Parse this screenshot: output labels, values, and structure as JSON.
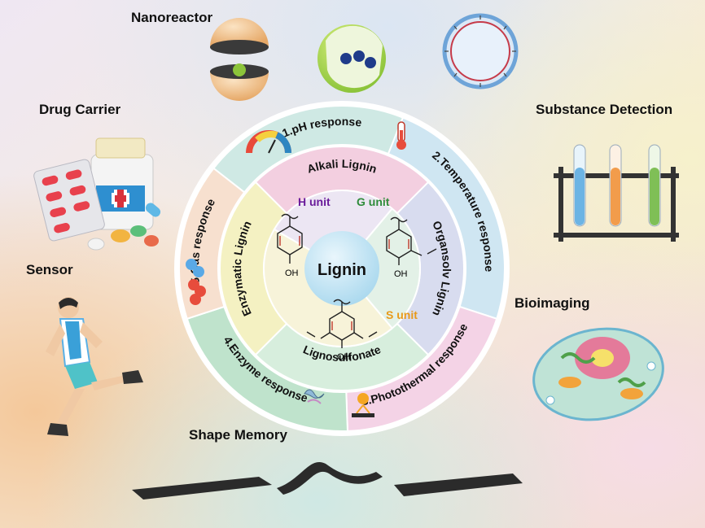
{
  "center": {
    "label": "Lignin"
  },
  "units": [
    {
      "label": "H unit",
      "color": "#6a1b9a"
    },
    {
      "label": "G unit",
      "color": "#2e8b3a"
    },
    {
      "label": "S unit",
      "color": "#e89a1a"
    }
  ],
  "lignin_types": {
    "alkali": "Alkali Lignin",
    "organosolv": "Organsolv Lignin",
    "lignosulfonate": "Lignosulfonate",
    "enzymatic": "Enzymatic Lignin"
  },
  "responses": {
    "ph": "1.pH response",
    "temperature": "2.Temperature response",
    "photothermal": "3.Photothermal response",
    "enzyme": "4.Enzyme response",
    "gas": "5.Gas response"
  },
  "applications": {
    "nanoreactor": "Nanoreactor",
    "drug_carrier": "Drug Carrier",
    "substance_detection": "Substance Detection",
    "sensor": "Sensor",
    "bioimaging": "Bioimaging",
    "shape_memory": "Shape Memory"
  },
  "structure_labels": {
    "oh": "OH"
  },
  "colors": {
    "ph_segment": "#cfe9e4",
    "temperature_segment": "#cfe6f2",
    "photothermal_segment": "#f4d3e6",
    "enzyme_segment": "#bfe3cc",
    "gas_segment": "#f7e0cf",
    "alkali": "#f3cfe0",
    "organosolv": "#d8dcef",
    "lignosulfonate": "#d7eedd",
    "enzymatic": "#f4f1c2"
  }
}
